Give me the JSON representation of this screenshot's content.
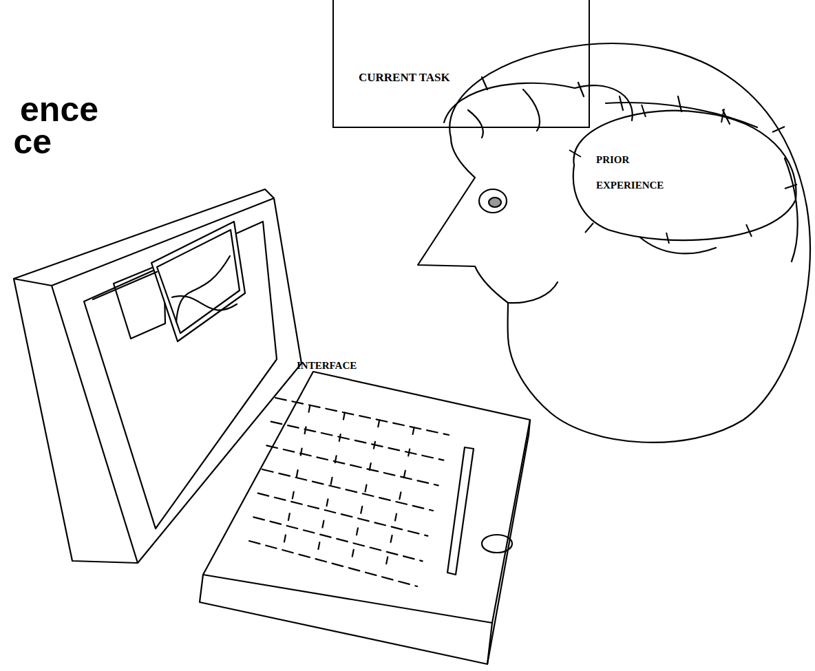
{
  "diagram": {
    "nodes": [
      {
        "text": [
          "CURRENT TASK"
        ]
      },
      {
        "text": [
          "PRIOR EXPERIENCE"
        ]
      }
    ],
    "labels": [
      "ence",
      "ce",
      "INTERFACE"
    ]
  }
}
